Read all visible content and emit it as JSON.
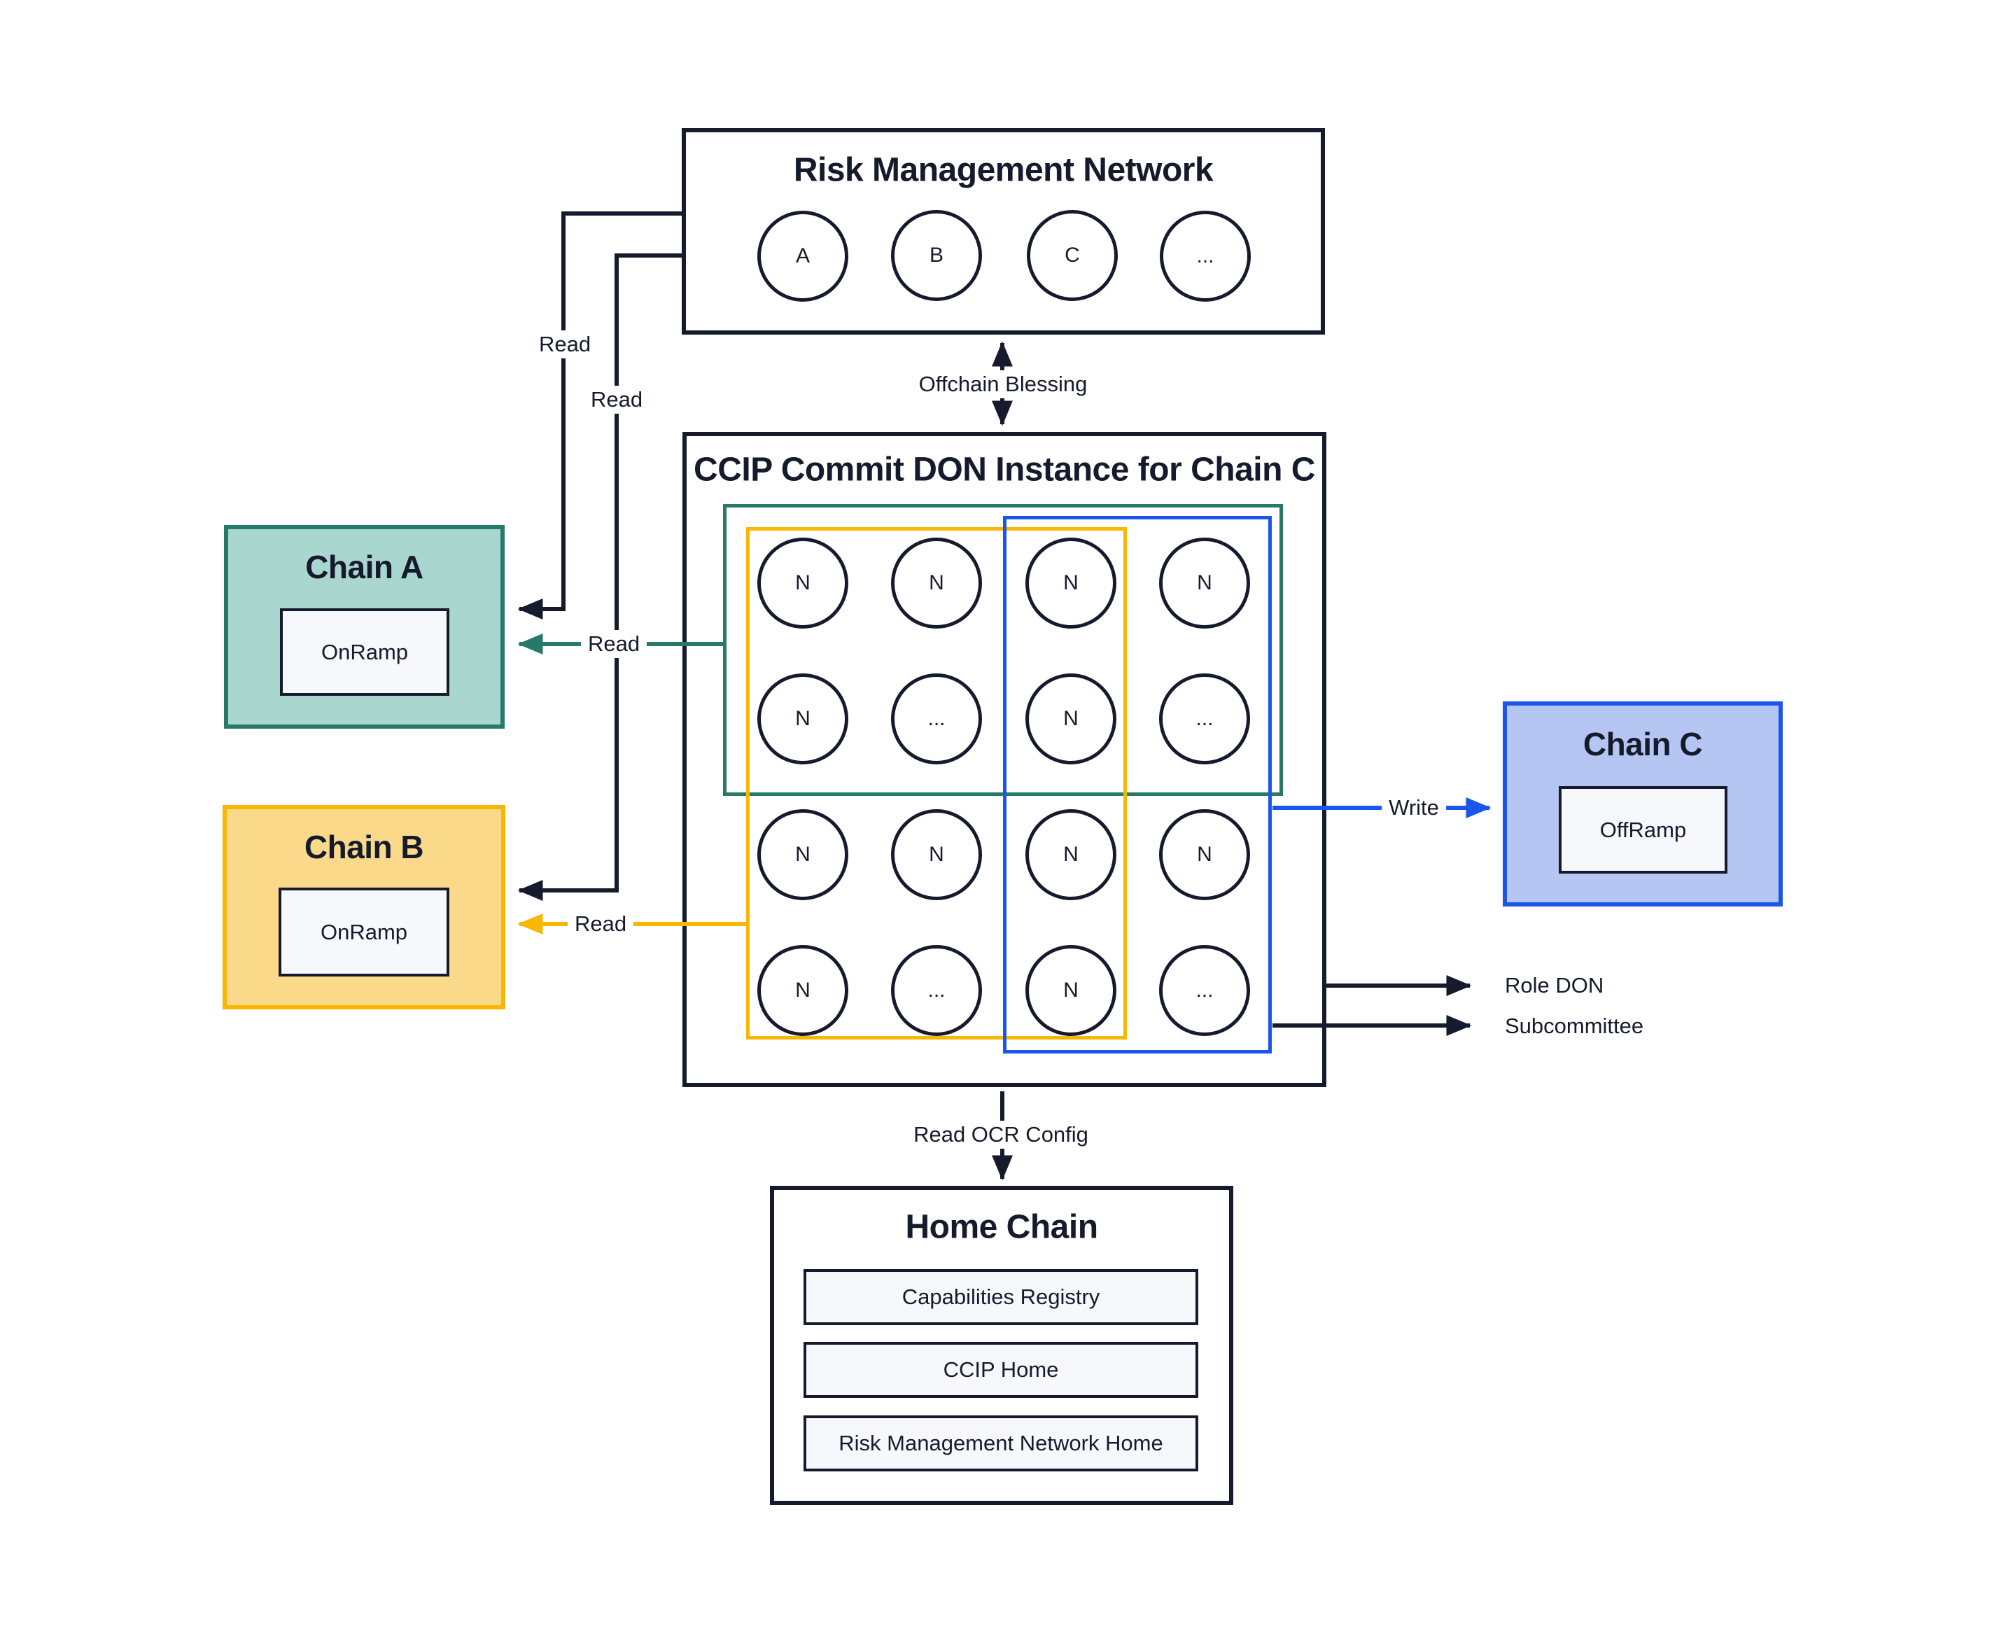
{
  "colors": {
    "navy": "#151B2C",
    "teal": "#27796A",
    "teal_fill": "#A9D6CE",
    "yellow": "#F8B702",
    "yellow_fill": "#FAD98B",
    "blue": "#1A57E8",
    "blue_fill": "#B5C6F3",
    "contract_fill": "#F6F8FC"
  },
  "rmn": {
    "title": "Risk Management Network",
    "nodes": [
      "A",
      "B",
      "C",
      "..."
    ]
  },
  "don": {
    "title": "CCIP Commit DON Instance for Chain C",
    "nodes": [
      "N",
      "N",
      "N",
      "N",
      "N",
      "...",
      "N",
      "...",
      "N",
      "N",
      "N",
      "N",
      "N",
      "...",
      "N",
      "..."
    ]
  },
  "chain_a": {
    "title": "Chain A",
    "contract": "OnRamp"
  },
  "chain_b": {
    "title": "Chain B",
    "contract": "OnRamp"
  },
  "chain_c": {
    "title": "Chain C",
    "contract": "OffRamp"
  },
  "home_chain": {
    "title": "Home Chain",
    "contracts": [
      "Capabilities Registry",
      "CCIP Home",
      "Risk Management Network Home"
    ]
  },
  "edges": {
    "offchain_blessing": "Offchain Blessing",
    "read_rmn_to_a": "Read",
    "read_rmn_to_b": "Read",
    "read_don_to_a": "Read",
    "read_don_to_b": "Read",
    "write": "Write",
    "role_don": "Role DON",
    "subcommittee": "Subcommittee",
    "read_ocr_config": "Read OCR Config"
  }
}
